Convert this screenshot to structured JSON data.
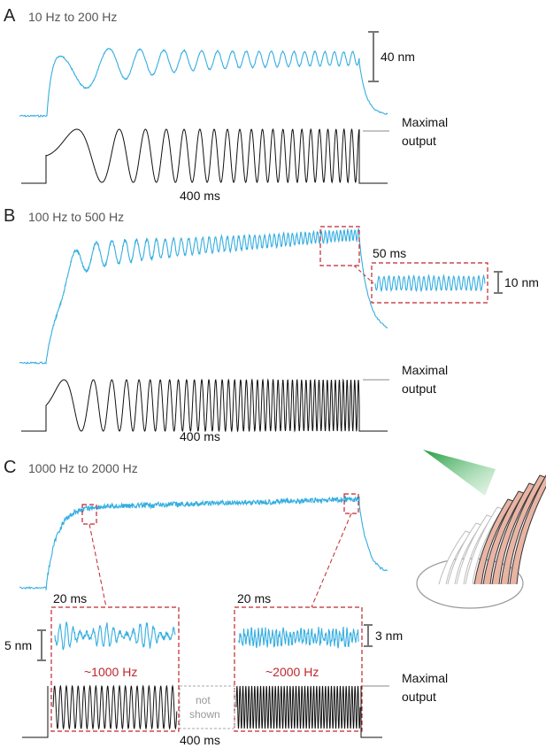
{
  "panels": {
    "A": {
      "letter": "A",
      "title": "10 Hz to 200 Hz",
      "scale_label": "40 nm",
      "output_label_1": "Maximal",
      "output_label_2": "output",
      "duration_label": "400 ms",
      "stimulus": {
        "f_start_hz": 10,
        "f_end_hz": 200,
        "duration_ms": 400
      }
    },
    "B": {
      "letter": "B",
      "title": "100 Hz to 500 Hz",
      "scale_label": "10 nm",
      "inset_time_label": "50 ms",
      "output_label_1": "Maximal",
      "output_label_2": "output",
      "duration_label": "400 ms",
      "stimulus": {
        "f_start_hz": 100,
        "f_end_hz": 500,
        "duration_ms": 400
      }
    },
    "C": {
      "letter": "C",
      "title": "1000 Hz to 2000 Hz",
      "left_inset_time": "20 ms",
      "right_inset_time": "20 ms",
      "left_scale": "5 nm",
      "right_scale": "3 nm",
      "left_freq": "~1000 Hz",
      "right_freq": "~2000 Hz",
      "not_shown_1": "not",
      "not_shown_2": "shown",
      "output_label_1": "Maximal",
      "output_label_2": "output",
      "duration_label": "400 ms",
      "stimulus": {
        "f_start_hz": 1000,
        "f_end_hz": 2000,
        "duration_ms": 400
      }
    }
  },
  "colors": {
    "response_trace": "#34aee0",
    "stimulus_trace": "#111111",
    "highlight": "#c0262d",
    "scale_bar": "#777777",
    "light_beam": "#2aa84a",
    "stereocilia": "#e8b4a4"
  },
  "icons": {
    "hair_bundle": "hair-bundle-illustration-icon"
  }
}
